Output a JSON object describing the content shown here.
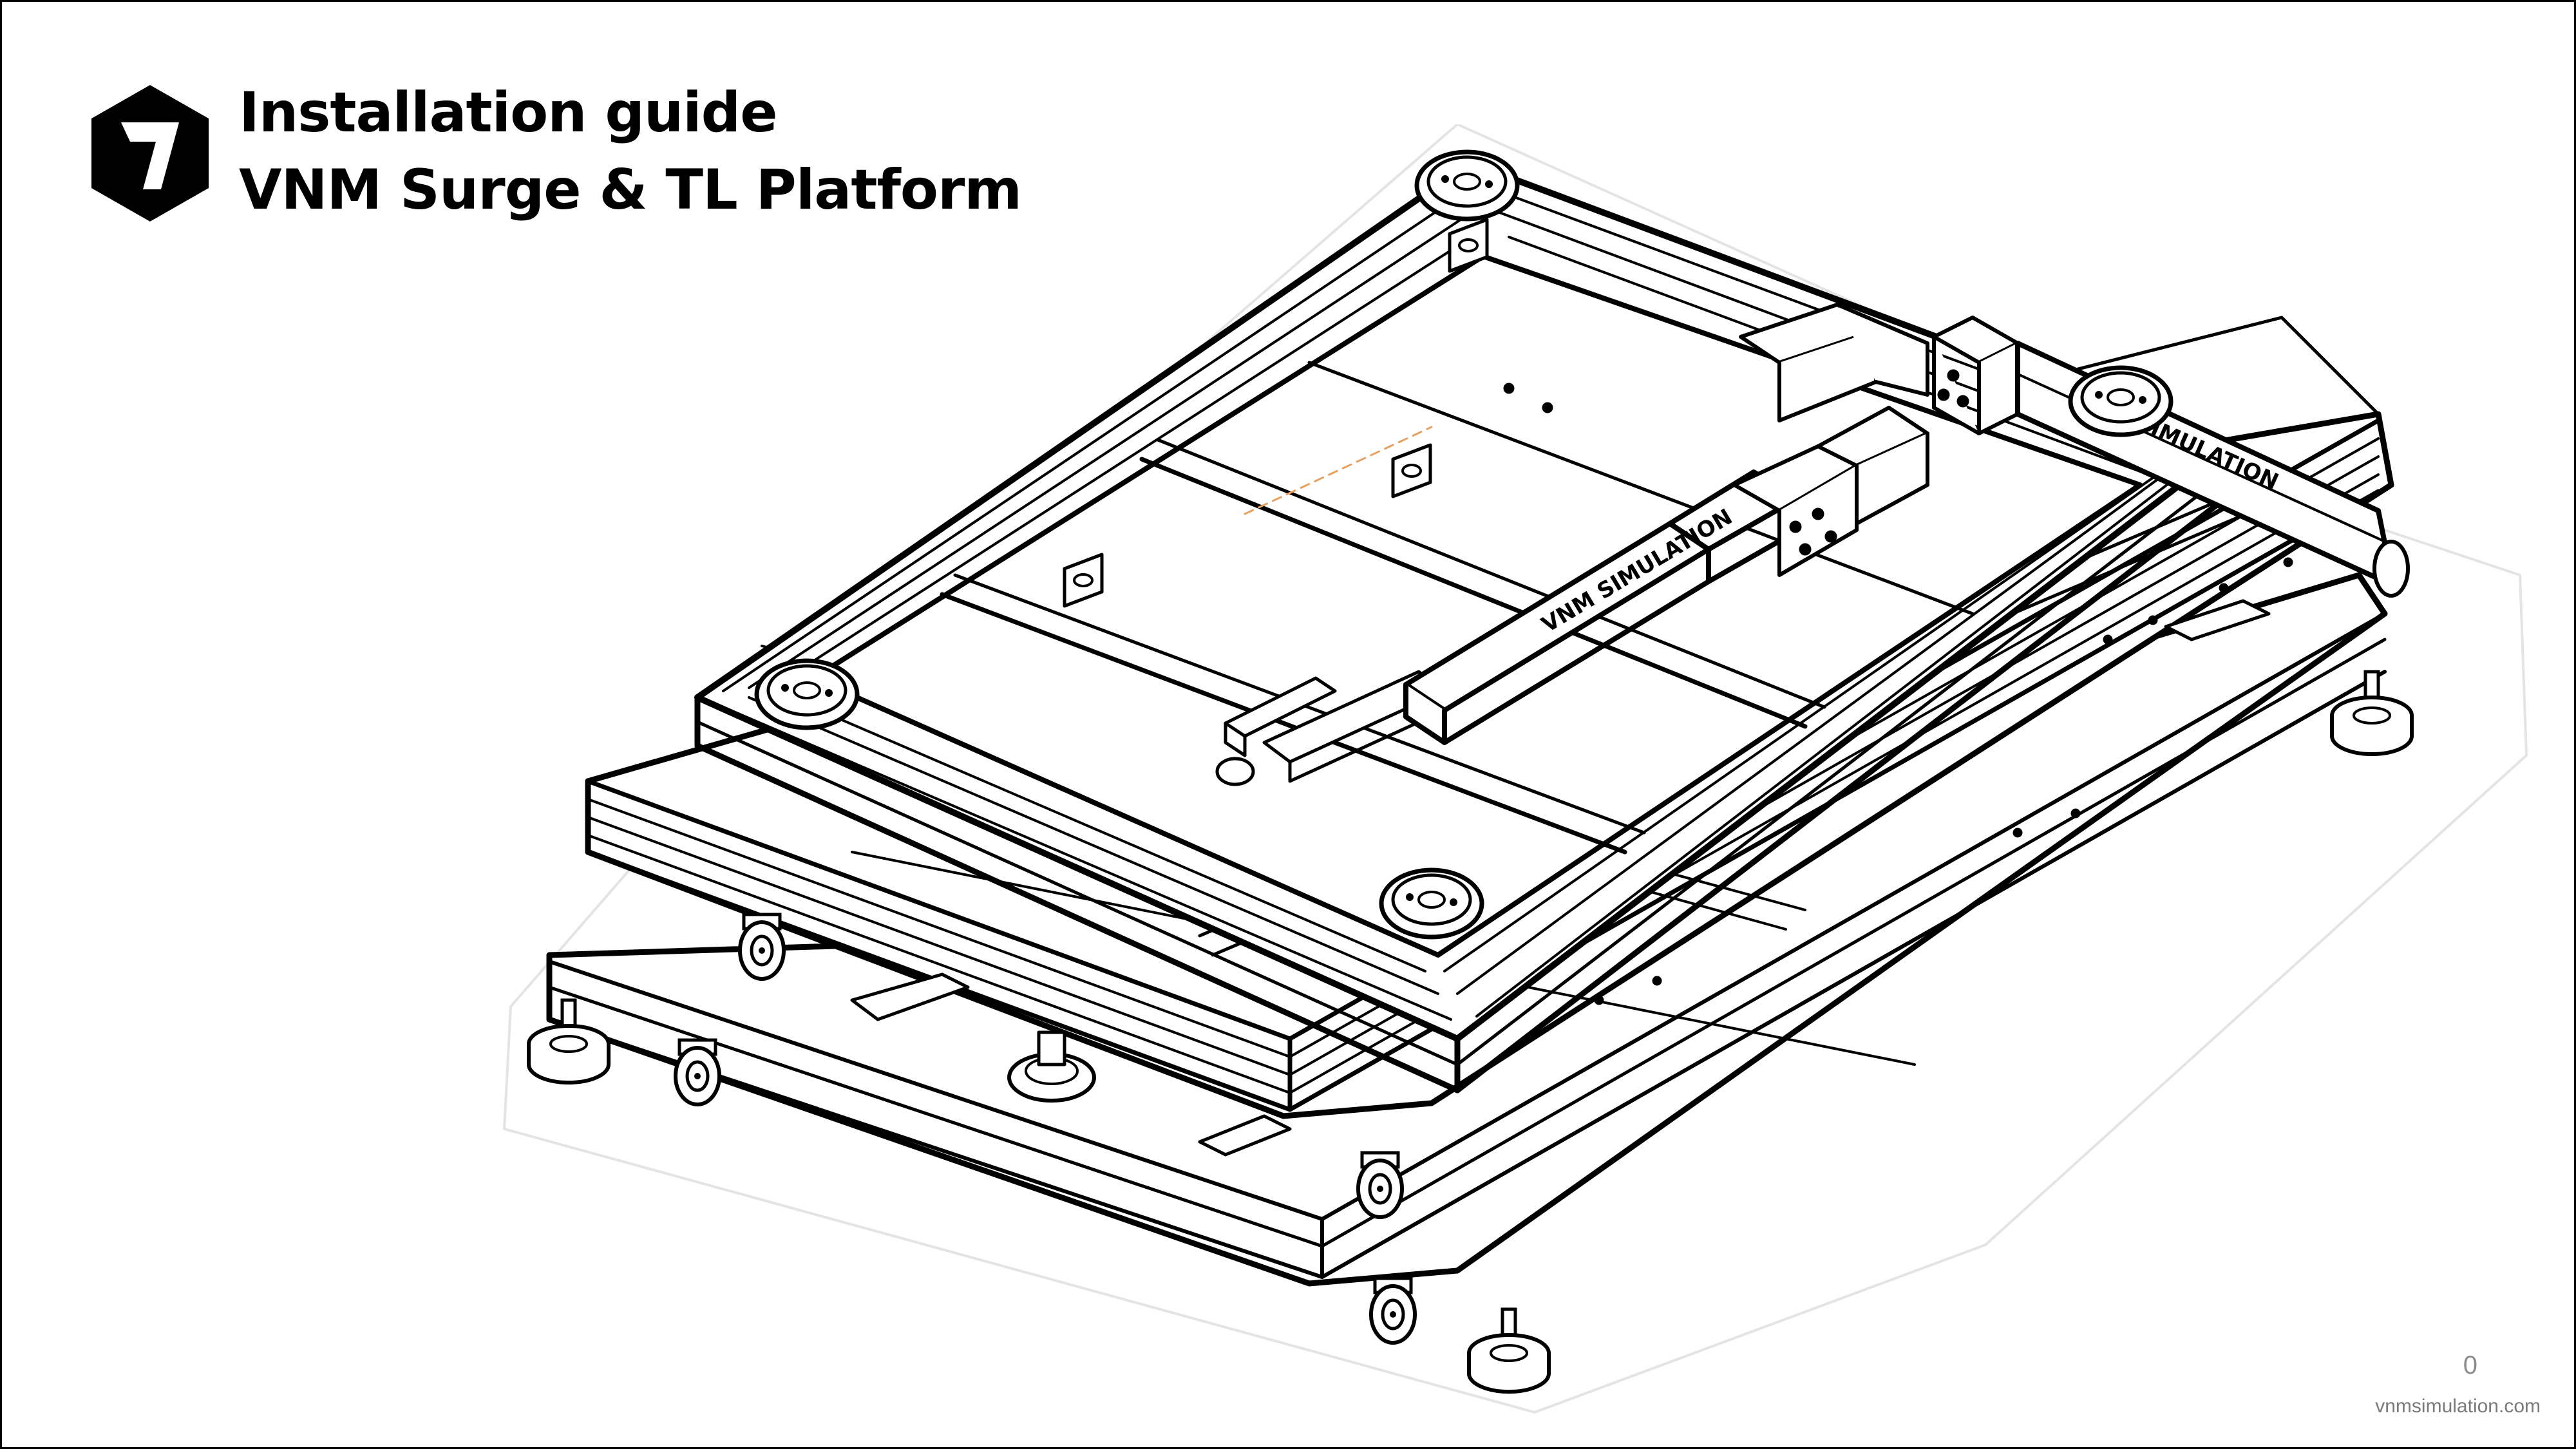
{
  "header": {
    "logo_icon": "vnm-hexagon-logo-icon",
    "title_line1": "Installation guide",
    "title_line2": "VNM Surge & TL Platform"
  },
  "illustration": {
    "icon": "platform-line-drawing",
    "actuator_label": "VNM SIMULATION"
  },
  "footer": {
    "page_number": "0",
    "url": "vnmsimulation.com"
  },
  "colors": {
    "text": "#000000",
    "muted": "#8c8c8c",
    "border": "#000000",
    "background": "#ffffff"
  }
}
